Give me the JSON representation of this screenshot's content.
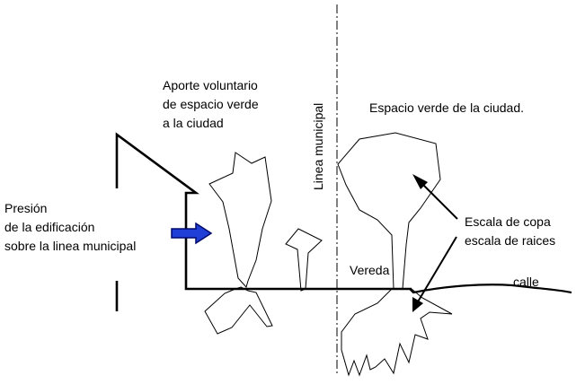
{
  "labels": {
    "aporte": [
      "Aporte voluntario",
      "de espacio verde",
      "a la ciudad"
    ],
    "espacio_verde": "Espacio verde de la ciudad.",
    "linea_municipal": "Linea municipal",
    "presion": [
      "Presión",
      "de la edificación",
      "sobre la linea municipal"
    ],
    "escala": [
      "Escala de copa",
      "escala de raices"
    ],
    "vereda": "Vereda",
    "calle": "calle"
  },
  "colors": {
    "line": "#000000",
    "arrow_fill": "#1f3fd6",
    "arrow_stroke": "#000a6e"
  }
}
